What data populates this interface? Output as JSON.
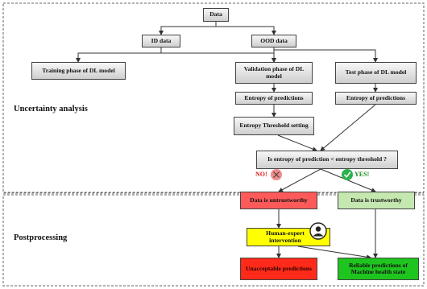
{
  "sections": {
    "uncertainty": "Uncertainty analysis",
    "postprocessing": "Postprocessing"
  },
  "nodes": {
    "data": "Data",
    "id_data": "ID data",
    "ood_data": "OOD data",
    "training": "Training phase of DL model",
    "validation": "Validation phase of DL model",
    "test": "Test phase of DL model",
    "entropy_val": "Entropy of predictions",
    "entropy_test": "Entropy of predictions",
    "threshold": "Entropy Threshold setting",
    "decision": "Is entropy of prediction < entropy threshold ?",
    "untrustworthy": "Data is untrustworthy",
    "trustworthy": "Data is trustworthy",
    "human": "Human-expert intervention",
    "unacceptable": "Unacceptable predictions",
    "reliable": "Reliable predictions of Machine health state"
  },
  "tags": {
    "no": "NO!",
    "yes": "YES!"
  },
  "colors": {
    "untrustworthy": "#ff5a5a",
    "trustworthy": "#c5e8b0",
    "human": "#ffff00",
    "unacceptable": "#ff2a1a",
    "reliable": "#1fc51f",
    "no_badge": "#f08a8a",
    "yes_badge": "#2bb24c",
    "no_text": "#e02020",
    "yes_text": "#1a8a1a"
  },
  "icons": {
    "no": "cross-icon",
    "yes": "check-icon",
    "human": "person-icon"
  }
}
